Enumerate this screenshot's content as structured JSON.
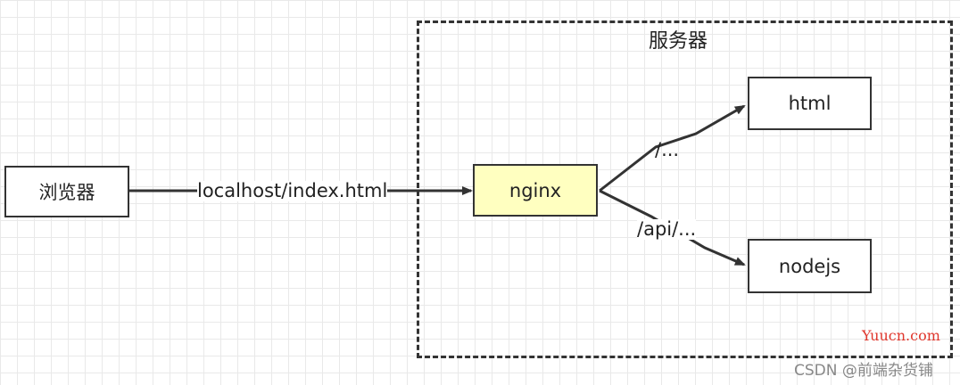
{
  "diagram": {
    "server_label": "服务器",
    "nodes": {
      "browser": "浏览器",
      "nginx": "nginx",
      "html": "html",
      "nodejs": "nodejs"
    },
    "edges": {
      "browser_to_nginx": "localhost/index.html",
      "nginx_to_html": "/...",
      "nginx_to_nodejs": "/api/..."
    },
    "colors": {
      "nginx_fill": "#ffffc0",
      "stroke": "#333333",
      "grid": "#e9e9e9"
    }
  },
  "watermarks": {
    "site": "Yuucn.com",
    "csdn": "CSDN @前端杂货铺"
  }
}
